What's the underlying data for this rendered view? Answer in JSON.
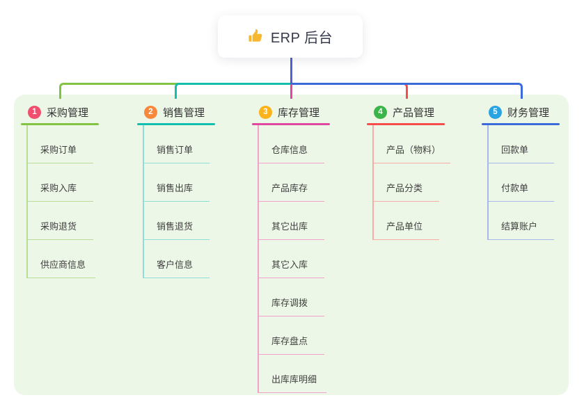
{
  "root": {
    "label": "ERP 后台",
    "icon": "thumbs-up-icon"
  },
  "colors": {
    "canvas_background": "#ffffff",
    "panel_background": "#edf7e7",
    "root_connector": "#5061d2",
    "root_card_background": "#ffffff",
    "root_text": "#343a4a",
    "title_text": "#333333",
    "child_text": "#3f3f3f",
    "badge_text": "#ffffff",
    "thumb_icon": "#f5b82e"
  },
  "branches": [
    {
      "number": "1",
      "title": "采购管理",
      "badge_color": "#f0506e",
      "line_color": "#82c341",
      "line_light_color": "#b9dd96",
      "children": [
        "采购订单",
        "采购入库",
        "采购退货",
        "供应商信息"
      ]
    },
    {
      "number": "2",
      "title": "销售管理",
      "badge_color": "#f8893c",
      "line_color": "#12bfae",
      "line_light_color": "#8eded5",
      "children": [
        "销售订单",
        "销售出库",
        "销售退货",
        "客户信息"
      ]
    },
    {
      "number": "3",
      "title": "库存管理",
      "badge_color": "#fcb21b",
      "line_color": "#e0479e",
      "line_light_color": "#f2a0cc",
      "children": [
        "仓库信息",
        "产品库存",
        "其它出库",
        "其它入库",
        "库存调拨",
        "库存盘点",
        "出库库明细"
      ]
    },
    {
      "number": "4",
      "title": "产品管理",
      "badge_color": "#3bb44a",
      "line_color": "#f64c4c",
      "line_light_color": "#f9aba6",
      "children": [
        "产品（物料）",
        "产品分类",
        "产品单位"
      ]
    },
    {
      "number": "5",
      "title": "财务管理",
      "badge_color": "#2aa3e3",
      "line_color": "#3a6bd8",
      "line_light_color": "#a4b9ea",
      "children": [
        "回款单",
        "付款单",
        "结算账户"
      ]
    }
  ]
}
